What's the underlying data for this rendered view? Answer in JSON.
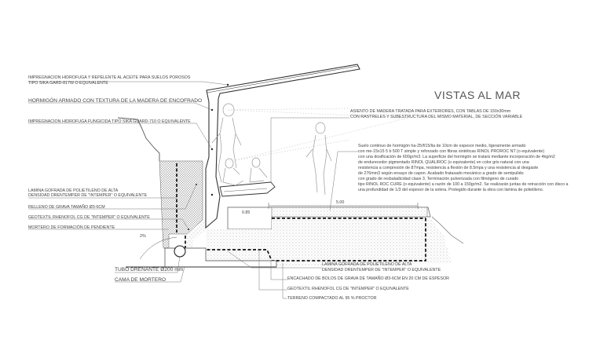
{
  "title": "VISTAS AL MAR",
  "labels": {
    "impregnacion_aceite": "IMPREGNACION HIDROFUGA Y REPELENTE AL ACEITE PARA SUELOS POROSOS",
    "tipo_sika": "TIPO SIKA GARD-817W O EQUIVALENTE",
    "hormigon_armado": "HORMIGÓN ARMADO CON TEXTURA DE LA MADERA DE ENCOFRADO",
    "impregnacion_fungicida": "IMPREGNACION HIDROFUGA FUNGICIDA TIPO SIKA GUARD-710 O EQUIVALENTE",
    "lamina_gofrada_1": "LAMINA GOFRADA DE POLIETILENO DE ALTA",
    "densidad_1": "DENSIDAD DRENTEMPER DE \"INTEMPER\" O EQUIVALENTE",
    "relleno_grava": "RELLENO DE GRAVA TAMAÑO Ø3-6CM",
    "geotextil_1": "GEOTEXTIL RHENOFOL CG DE \"INTEMPER\" O EQUIVALENTE",
    "mortero_pendiente": "MORTERO DE FORMACIÓN DE PENDIENTE",
    "tubo_drenante": "TUBO DRENANTE Ø200 mm",
    "cama_mortero": "CAMA DE MORTERO",
    "asiento_1": "ASIENTO DE MADERA TRATADA PARA EXTERIORES, CON TABLAS DE 150x30mm",
    "asiento_2": "CON RASTRELES Y SUBESTRUCTURA DEL MISMO MATERIAL, DE SECCIÓN VARIABLE",
    "suelo_lines": [
      "Suelo continuo de hormigón ha-25/f/15/lia de 10cm de espesor medio, ligeramente armado",
      "con me-15x15   5 b 500 T simple y reforzado con fibras sintéticas RINOL PROROC NT (o equivalente)",
      " con una dosificación de 600gr/m3. La superficie del hormigón se tratará mediante incorporación de 4kg/m2",
      " de endurecedor pigmentado RINOL QUALIROC (o equivalente)  en color gris natural con una",
      "resistencia a compresión de 87mpa, resistencia a flexión  de 8.5mpa y una resistencia al desgaste",
      " de 276mm3 según ensayo de capon. Acabado fratasado  mecánico a grado de semipulido",
      " con grado de resbaladicidad clase 3. Terminación  pulverizada con filmógeno de curado",
      "tipo RINOL ROC CURE (o equivalente) a razón de 100 a 150gr/m2. Se realizarán juntas de retracción con disco  a",
      "una profundidad de 1/3 del espesor de la solera. Protegido durante la obra con lámina de polietileno."
    ],
    "lamina_gofrada_2": "LAMINA GOFRADA DE POLIETILENO DE ALTA",
    "densidad_2": "DENSIDAD DRENTEMPER DE \"INTEMPER\" O EQUIVALENTE",
    "encachado": "ENCACHADO DE BOLOS DE GRAVA DE TAMAÑO Ø3-6CM EN 20 CM DE ESPESOR",
    "geotextil_2": "GEOTEXTIL RHENOFOL CG DE \"INTEMPER\" O EQUIVALENTE",
    "terreno": "TERRENO COMPACTADO AL 95 % PROCTOR"
  },
  "dimensions": {
    "width_label": "5.00",
    "level_label": "0.85",
    "slope_label": "2%"
  }
}
